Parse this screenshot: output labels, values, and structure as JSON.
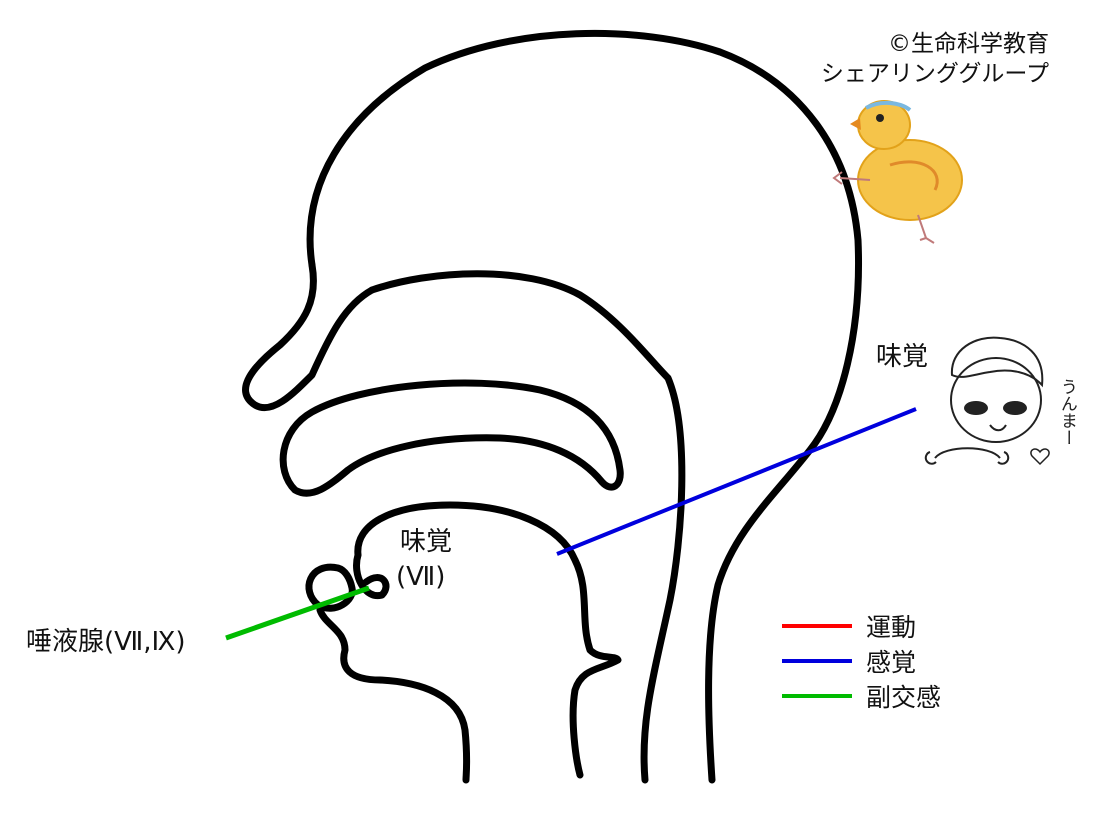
{
  "copyright": {
    "line1": "©生命科学教育",
    "line2": "シェアリンググループ"
  },
  "labels": {
    "taste_right": "味覚",
    "taste_tongue": "味覚",
    "taste_tongue_nerve": "(Ⅶ)",
    "salivary": "唾液腺(Ⅶ,Ⅸ)"
  },
  "boy_speech": "うんまー",
  "legend": [
    {
      "label": "運動",
      "color": "#ff0000"
    },
    {
      "label": "感覚",
      "color": "#0000dd"
    },
    {
      "label": "副交感",
      "color": "#00bb00"
    }
  ]
}
